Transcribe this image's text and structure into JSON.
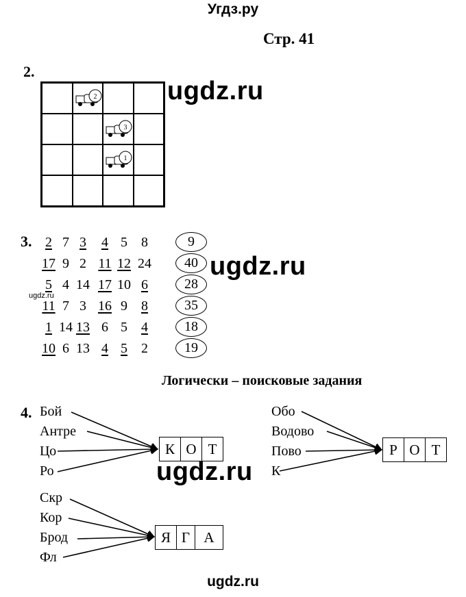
{
  "header": {
    "site": "Угдз.ру",
    "page": "Стр. 41"
  },
  "footer": {
    "site": "ugdz.ru"
  },
  "watermarks": {
    "main": "ugdz.ru",
    "small": "ugdz.ru"
  },
  "task2": {
    "number": "2.",
    "trucks": [
      "2",
      "3",
      "1"
    ]
  },
  "task3": {
    "number": "3.",
    "rows": [
      {
        "nums": [
          "2",
          "7",
          "3",
          "4",
          "5",
          "8"
        ],
        "total": "9"
      },
      {
        "nums": [
          "17",
          "9",
          "2",
          "11",
          "12",
          "24"
        ],
        "total": "40"
      },
      {
        "nums": [
          "5",
          "4",
          "14",
          "17",
          "10",
          "6"
        ],
        "total": "28"
      },
      {
        "nums": [
          "11",
          "7",
          "3",
          "16",
          "9",
          "8"
        ],
        "total": "35"
      },
      {
        "nums": [
          "1",
          "14",
          "13",
          "6",
          "5",
          "4"
        ],
        "total": "18"
      },
      {
        "nums": [
          "10",
          "6",
          "13",
          "4",
          "5",
          "2"
        ],
        "total": "19"
      }
    ]
  },
  "section_title": "Логически – поисковые задания",
  "task4": {
    "number": "4.",
    "group1": {
      "words": [
        "Бой",
        "Антре",
        "Цо",
        "Ро"
      ],
      "letters": [
        "К",
        "О",
        "Т"
      ]
    },
    "group2": {
      "words": [
        "Обо",
        "Водово",
        "Пово",
        "К"
      ],
      "letters": [
        "Р",
        "О",
        "Т"
      ]
    },
    "group3": {
      "words": [
        "Скр",
        "Кор",
        "Брод",
        "Фл"
      ],
      "letters": [
        "Я",
        "Г",
        "А"
      ]
    }
  }
}
